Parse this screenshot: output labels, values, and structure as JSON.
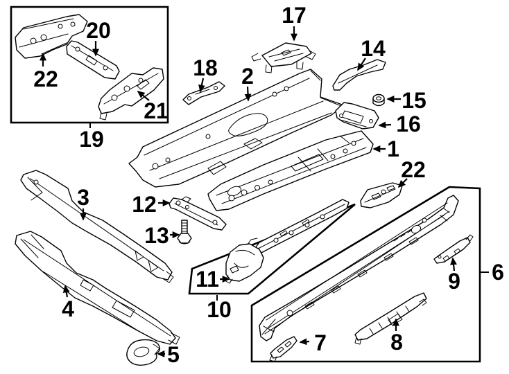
{
  "diagram": {
    "background_color": "#ffffff",
    "line_color": "#000000",
    "label_color": "#000000",
    "callouts": [
      {
        "num": "20"
      },
      {
        "num": "22"
      },
      {
        "num": "21"
      },
      {
        "num": "19"
      },
      {
        "num": "17"
      },
      {
        "num": "18"
      },
      {
        "num": "2"
      },
      {
        "num": "14"
      },
      {
        "num": "15"
      },
      {
        "num": "16"
      },
      {
        "num": "1"
      },
      {
        "num": "22"
      },
      {
        "num": "12"
      },
      {
        "num": "13"
      },
      {
        "num": "3"
      },
      {
        "num": "6"
      },
      {
        "num": "9"
      },
      {
        "num": "4"
      },
      {
        "num": "11"
      },
      {
        "num": "10"
      },
      {
        "num": "5"
      },
      {
        "num": "7"
      },
      {
        "num": "8"
      }
    ]
  }
}
